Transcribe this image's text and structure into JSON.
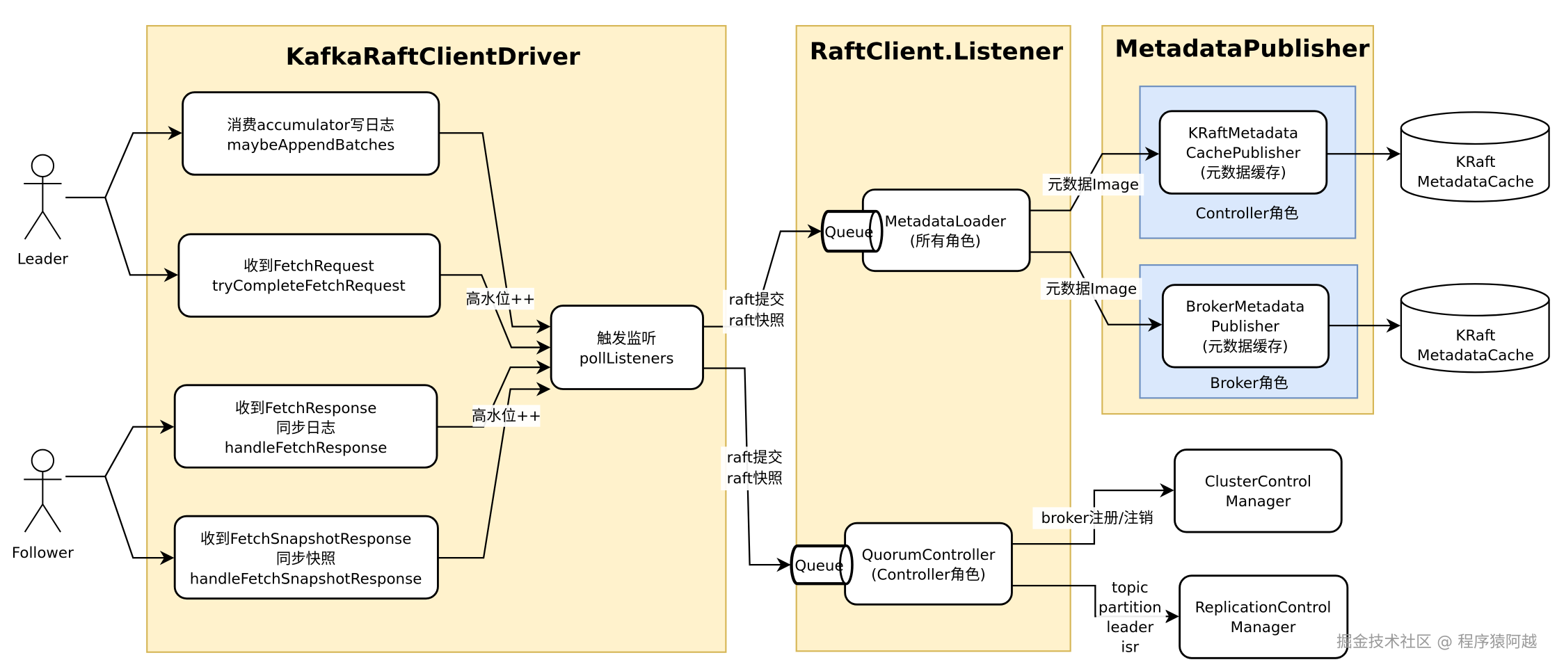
{
  "containers": {
    "driver": "KafkaRaftClientDriver",
    "listener": "RaftClient.Listener",
    "publisher": "MetadataPublisher"
  },
  "actors": {
    "leader": "Leader",
    "follower": "Follower"
  },
  "driver_boxes": {
    "append": [
      "消费accumulator写日志",
      "maybeAppendBatches"
    ],
    "fetch_request": [
      "收到FetchRequest",
      "tryCompleteFetchRequest"
    ],
    "fetch_response": [
      "收到FetchResponse",
      "同步日志",
      "handleFetchResponse"
    ],
    "fetch_snapshot": [
      "收到FetchSnapshotResponse",
      "同步快照",
      "handleFetchSnapshotResponse"
    ],
    "poll": [
      "触发监听",
      "pollListeners"
    ]
  },
  "edge_labels": {
    "hw1": "高水位++",
    "hw2": "高水位++",
    "raft_top": [
      "raft提交",
      "raft快照"
    ],
    "raft_bottom": [
      "raft提交",
      "raft快照"
    ],
    "image_top": "元数据Image",
    "image_bottom": "元数据Image",
    "broker_reg": "broker注册/注销",
    "topic": [
      "topic",
      "partition",
      "leader",
      "isr"
    ]
  },
  "listener_boxes": {
    "queue_top": "Queue",
    "loader": [
      "MetadataLoader",
      "(所有角色)"
    ],
    "queue_bottom": "Queue",
    "quorum": [
      "QuorumController",
      "(Controller角色)"
    ]
  },
  "publisher_boxes": {
    "controller_role": "Controller角色",
    "broker_role": "Broker角色",
    "kraft_pub": [
      "KRaftMetadata",
      "CachePublisher",
      "(元数据缓存)"
    ],
    "broker_pub": [
      "BrokerMetadata",
      "Publisher",
      "(元数据缓存)"
    ]
  },
  "caches": {
    "top": [
      "KRaft",
      "MetadataCache"
    ],
    "bottom": [
      "KRaft",
      "MetadataCache"
    ]
  },
  "managers": {
    "cluster": [
      "ClusterControl",
      "Manager"
    ],
    "replication": [
      "ReplicationControl",
      "Manager"
    ]
  },
  "watermark": "掘金技术社区 @ 程序猿阿越"
}
